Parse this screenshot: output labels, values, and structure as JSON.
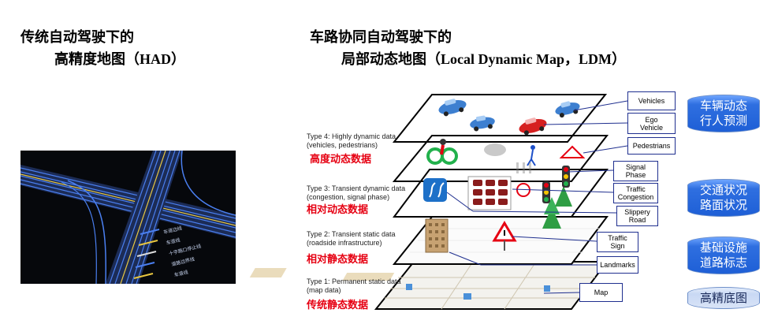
{
  "left": {
    "title_line1": "传统自动驾驶下的",
    "title_line2_cn": "高精度地图（",
    "title_line2_latin": "HAD",
    "title_line2_close": "）"
  },
  "right": {
    "title_line1": "车路协同自动驾驶下的",
    "title_line2_cn": "局部动态地图（",
    "title_line2_latin": "Local Dynamic Map，LDM",
    "title_line2_close": "）"
  },
  "layers": [
    {
      "type_line1": "Type 4: Highly dynamic data",
      "type_line2": "(vehicles, pedestrians)",
      "cn_label": "高度动态数据"
    },
    {
      "type_line1": "Type 3: Transient dynamic data",
      "type_line2": "(congestion, signal phase)",
      "cn_label": "相对动态数据"
    },
    {
      "type_line1": "Type 2: Transient static data",
      "type_line2": "(roadside infrastructure)",
      "cn_label": "相对静态数据"
    },
    {
      "type_line1": "Type 1: Permanent static data",
      "type_line2": "(map data)",
      "cn_label": "传统静态数据"
    }
  ],
  "callouts": {
    "vehicles": "Vehicles",
    "ego_line1": "Ego",
    "ego_line2": "Vehicle",
    "pedestrians": "Pedestrians",
    "signal_line1": "Signal",
    "signal_line2": "Phase",
    "traffic_line1": "Traffic",
    "traffic_line2": "Congestion",
    "slippery_line1": "Slippery",
    "slippery_line2": "Road",
    "sign_line1": "Traffic",
    "sign_line2": "Sign",
    "landmarks": "Landmarks",
    "map": "Map"
  },
  "cylinders": [
    {
      "line1": "车辆动态",
      "line2": "行人预测"
    },
    {
      "line1": "交通状况",
      "line2": "路面状况"
    },
    {
      "line1": "基础设施",
      "line2": "道路标志"
    },
    {
      "line1": "高精底图",
      "line2": ""
    }
  ],
  "map_legend_lines": [
    "车道边线",
    "车道线",
    "十字路口停止线",
    "道路边界线",
    "车道线"
  ],
  "colors": {
    "red_label": "#e60012",
    "callout_border": "#1f2f8f",
    "cylinder_blue": "#1e5fd6",
    "cylinder_light": "#d9e4f7",
    "map_background": "#06080c",
    "lane_blue": "#3d6fd8",
    "lane_yellow": "#e8c640"
  }
}
